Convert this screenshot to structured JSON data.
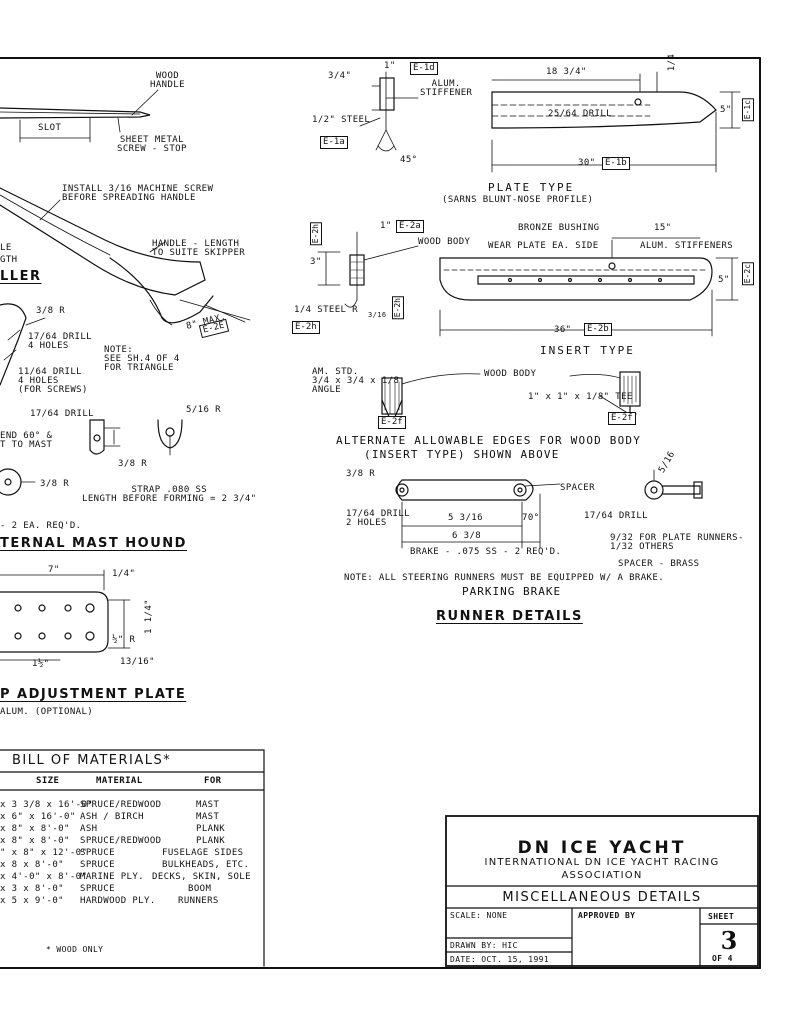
{
  "tiller": {
    "wood_handle": "WOOD\nHANDLE",
    "slot": "SLOT",
    "sheet_metal_screw_stop": "SHEET METAL\nSCREW - STOP",
    "install_screw": "INSTALL 3/16 MACHINE SCREW\nBEFORE SPREADING HANDLE",
    "handle_length": "HANDLE - LENGTH\nTO SUITE SKIPPER",
    "partial_le": "LE",
    "partial_gth": "GTH",
    "partial_title": "LLER",
    "eight_max": "8\" MAX.",
    "tag_e2e": "E-2E"
  },
  "mast_hound": {
    "r_38": "3/8 R",
    "drill_17_64_4": "17/64 DRILL\n4 HOLES",
    "note": "NOTE:\nSEE SH.4 OF 4\nFOR TRIANGLE",
    "drill_11_64": "11/64 DRILL\n4 HOLES\n(FOR SCREWS)",
    "drill_17_64": "17/64 DRILL",
    "r_516": "5/16 R",
    "bend_60": "END 60° &\nT TO MAST",
    "r_38b": "3/8 R",
    "r_38c": "3/8 R",
    "strap": "STRAP .080 SS\nLENGTH BEFORE FORMING = 2 3/4\"",
    "req_d": "- 2 EA. REQ'D.",
    "title": "TERNAL  MAST  HOUND"
  },
  "adjust_plate": {
    "dim_7": "7\"",
    "dim_top_right": "1/4\"",
    "dim_1_half": "1½\"",
    "r_half": "½\" R",
    "dim_1_14": "1 1/4\"",
    "dim_13_16": "13/16\"",
    "title": "P  ADJUSTMENT  PLATE",
    "subtitle": "ALUM. (OPTIONAL)"
  },
  "plate_type": {
    "dim_3_4": "3/4\"",
    "dim_1": "1\"",
    "tag_e1d": "E-1d",
    "alum_stiffener": "ALUM.\nSTIFFENER",
    "steel": "1/2\" STEEL",
    "tag_e1a": "E-1a",
    "deg_45": "45°",
    "dim_18_34": "18 3/4\"",
    "dim_14": "1/4",
    "drill": "25/64 DRILL",
    "dim_5": "5\"",
    "tag_e1c": "E-1c",
    "dim_30": "30\"",
    "tag_e1b": "E-1b",
    "title": "PLATE   TYPE",
    "subtitle": "(SARNS BLUNT-NOSE PROFILE)"
  },
  "insert_type": {
    "tag_e2h_top": "E-2h",
    "dim_1": "1\"",
    "tag_e2a": "E-2a",
    "wood_body": "WOOD BODY",
    "dim_3": "3\"",
    "bronze_bushing": "BRONZE BUSHING",
    "dim_15": "15\"",
    "wear_plate": "WEAR PLATE EA. SIDE",
    "alum_stiffeners": "ALUM. STIFFENERS",
    "dim_5": "5\"",
    "tag_e2c": "E-2c",
    "steel_r": "1/4 STEEL R",
    "tag_e2h_bot": "E-2h",
    "tag_e2h_right": "E-2h",
    "dim_small": "3/16",
    "dim_36": "36\"",
    "tag_e2b": "E-2b",
    "title": "INSERT  TYPE"
  },
  "alt_edges": {
    "am_std": "AM. STD.\n3/4 x 3/4 x 1/8\nANGLE",
    "wood_body": "WOOD  BODY",
    "tee": "1\" x 1\" x 1/8\" TEE",
    "tag_e2f_left": "E-2f",
    "tag_e2f_right": "E-2f",
    "title_line1": "ALTERNATE  ALLOWABLE  EDGES  FOR  WOOD  BODY",
    "title_line2": "(INSERT  TYPE)   SHOWN  ABOVE"
  },
  "brake": {
    "r_38": "3/8 R",
    "spacer": "SPACER",
    "drill_17_64": "17/64 DRILL\n2 HOLES",
    "dim_5_316": "5 3/16",
    "dim_70": "70°",
    "dim_6_38": "6 3/8",
    "brake_spec": "BRAKE - .075 SS - 2 REQ'D.",
    "dim_5_16": "5/16",
    "drill_right": "17/64 DRILL",
    "for_plate": "9/32 FOR PLATE RUNNERS-\n1/32 OTHERS",
    "spacer_brass": "SPACER - BRASS",
    "note": "NOTE: ALL STEERING RUNNERS MUST BE EQUIPPED W/ A BRAKE.",
    "parking": "PARKING     BRAKE",
    "title": "RUNNER   DETAILS"
  },
  "bom": {
    "title": "BILL  OF  MATERIALS*",
    "col_size": "SIZE",
    "col_material": "MATERIAL",
    "col_for": "FOR",
    "rows": [
      {
        "size": "x 3 3/8 x 16'-0\"",
        "material": "SPRUCE/REDWOOD",
        "for": "MAST"
      },
      {
        "size": "x 6\" x 16'-0\"",
        "material": "ASH / BIRCH",
        "for": "MAST"
      },
      {
        "size": "x 8\" x 8'-0\"",
        "material": "ASH",
        "for": "PLANK"
      },
      {
        "size": "x 8\" x 8'-0\"",
        "material": "SPRUCE/REDWOOD",
        "for": "PLANK"
      },
      {
        "size": "\" x 8\" x 12'-0\"",
        "material": "SPRUCE",
        "for": "FUSELAGE SIDES"
      },
      {
        "size": "x 8 x 8'-0\"",
        "material": "SPRUCE",
        "for": "BULKHEADS, ETC."
      },
      {
        "size": "x 4'-0\" x 8'-0\"",
        "material": "MARINE PLY.",
        "for": "DECKS, SKIN, SOLE"
      },
      {
        "size": "x 3 x 8'-0\"",
        "material": "SPRUCE",
        "for": "BOOM"
      },
      {
        "size": "x 5 x 9'-0\"",
        "material": "HARDWOOD PLY.",
        "for": "RUNNERS"
      }
    ],
    "footnote": "* WOOD  ONLY"
  },
  "title_block": {
    "name": "DN   ICE   YACHT",
    "org_line1": "INTERNATIONAL  DN  ICE  YACHT  RACING",
    "org_line2": "ASSOCIATION",
    "sheet_title": "MISCELLANEOUS    DETAILS",
    "scale": "SCALE: NONE",
    "approved_by": "APPROVED BY",
    "sheet_label": "SHEET",
    "sheet_num": "3",
    "sheet_of": "OF 4",
    "drawn_by": "DRAWN BY: HIC",
    "date": "DATE: OCT. 15, 1991"
  }
}
